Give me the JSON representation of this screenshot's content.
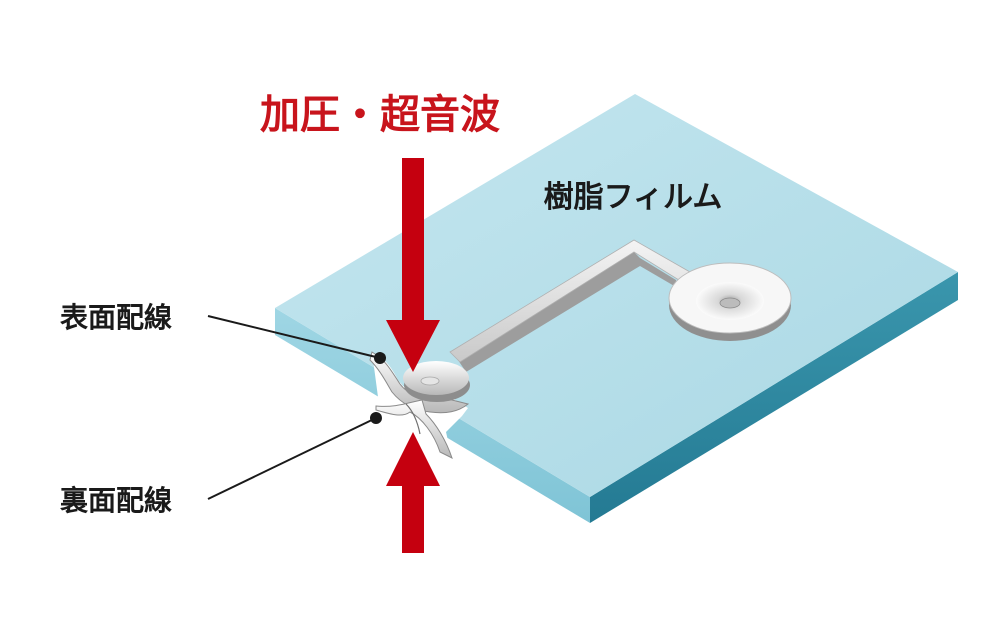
{
  "diagram": {
    "title": "加圧・超音波",
    "film_label": "樹脂フィルム",
    "front_wiring_label": "表面配線",
    "back_wiring_label": "裏面配線"
  },
  "colors": {
    "title_red": "#c8141c",
    "arrow_red": "#c5000f",
    "film_top": "#b9e0ea",
    "film_front": "#8ccdde",
    "film_right": "#2f8aa3",
    "wiring_silver": "#dcdcdc",
    "text_dark": "#1a1a1a"
  }
}
